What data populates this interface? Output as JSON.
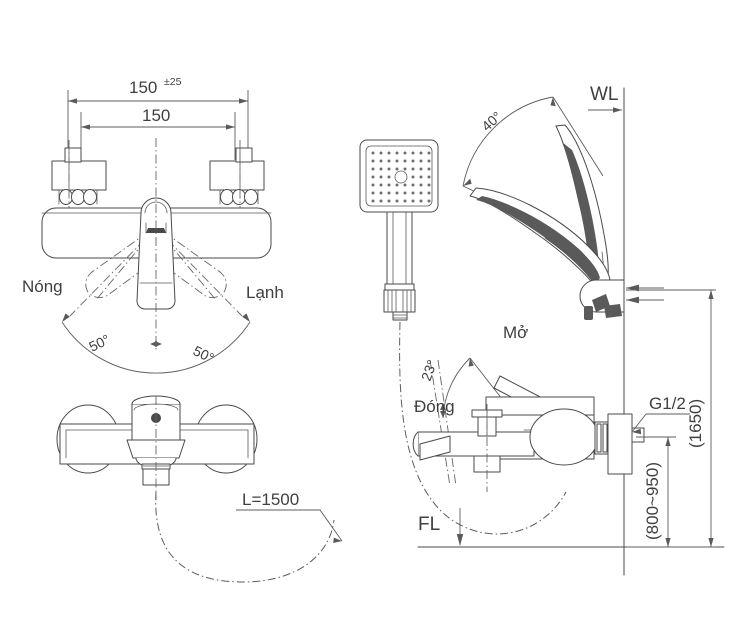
{
  "drawing": {
    "title": "Bathtub / Shower Mixer Faucet Technical Drawing",
    "type": "engineering-line-drawing",
    "background_color": "#ffffff",
    "line_color": "#4a4a4a",
    "text_color": "#3f3f3f"
  },
  "views": {
    "top_left": {
      "name": "front-elevation-view",
      "dimensions": {
        "outer": {
          "value": "150",
          "tolerance": "±25"
        },
        "inner": {
          "value": "150"
        }
      },
      "labels": {
        "hot": "Nóng",
        "cold": "Lạnh",
        "angle_left": "50°",
        "angle_right": "50°"
      }
    },
    "bottom_left": {
      "name": "bottom-plan-view",
      "labels": {
        "hose_length": "L=1500"
      }
    },
    "right": {
      "name": "side-installation-view",
      "labels": {
        "wall_line": "WL",
        "floor_line": "FL",
        "holder_angle": "40°",
        "lever_angle": "23°",
        "open": "Mở",
        "close": "Đóng",
        "thread": "G1/2",
        "total_height": "(1650)",
        "faucet_height": "(800~950)"
      }
    }
  },
  "annotations": [
    {
      "id": "dim-outer-150",
      "text": "150",
      "sup": "±25"
    },
    {
      "id": "dim-inner-150",
      "text": "150"
    },
    {
      "id": "label-hot",
      "text": "Nóng"
    },
    {
      "id": "label-cold",
      "text": "Lạnh"
    },
    {
      "id": "angle-50-left",
      "text": "50°"
    },
    {
      "id": "angle-50-right",
      "text": "50°"
    },
    {
      "id": "hose-length",
      "text": "L=1500"
    },
    {
      "id": "wall-line",
      "text": "WL"
    },
    {
      "id": "floor-line",
      "text": "FL"
    },
    {
      "id": "angle-40",
      "text": "40°"
    },
    {
      "id": "angle-23",
      "text": "23°"
    },
    {
      "id": "label-open",
      "text": "Mở"
    },
    {
      "id": "label-close",
      "text": "Đóng"
    },
    {
      "id": "thread-spec",
      "text": "G1/2"
    },
    {
      "id": "height-total",
      "text": "(1650)"
    },
    {
      "id": "height-faucet",
      "text": "(800~950)"
    }
  ]
}
